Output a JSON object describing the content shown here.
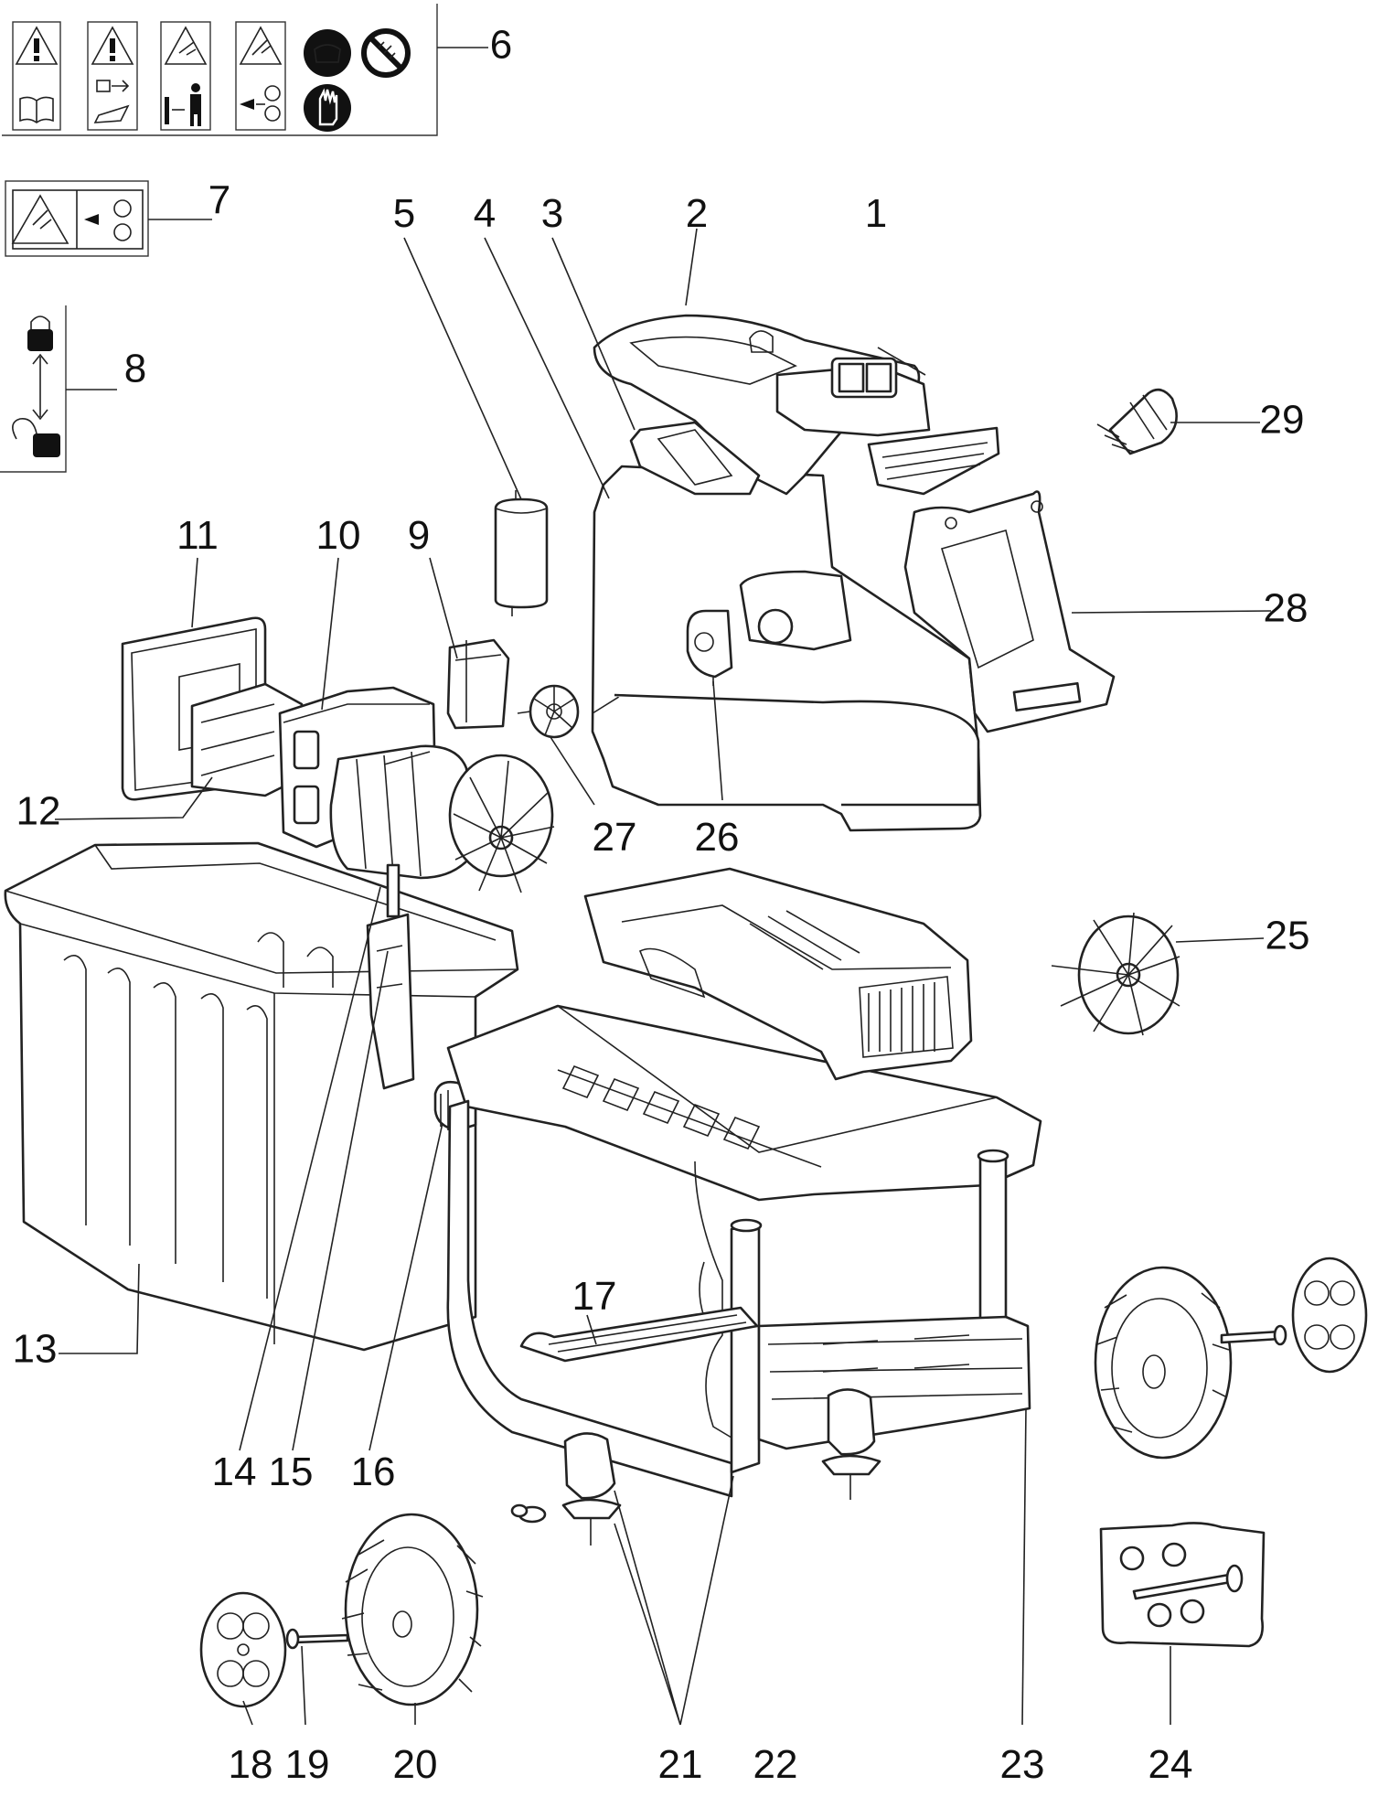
{
  "part_numbers": {
    "p1": "1",
    "p2": "2",
    "p3": "3",
    "p4": "4",
    "p5": "5",
    "p6": "6",
    "p7": "7",
    "p8": "8",
    "p9": "9",
    "p10": "10",
    "p11": "11",
    "p12": "12",
    "p13": "13",
    "p14": "14",
    "p15": "15",
    "p16": "16",
    "p17": "17",
    "p18": "18",
    "p19": "19",
    "p20": "20",
    "p21": "21",
    "p22": "22",
    "p23": "23",
    "p24": "24",
    "p25": "25",
    "p26": "26",
    "p27": "27",
    "p28": "28",
    "p29": "29"
  },
  "icons": {
    "warning": "warning-triangle-icon",
    "manual": "open-book-icon",
    "unplug": "unplug-icon",
    "distance": "keep-distance-icon",
    "blade": "rotating-blade-icon",
    "goggles": "eye-ear-protection-icon",
    "no_rain": "no-rain-icon",
    "gloves": "gloves-icon",
    "lock": "lock-icon",
    "unlock": "unlock-icon"
  },
  "colors": {
    "line": "#222222",
    "background": "#ffffff",
    "fill_dark": "#111111"
  }
}
